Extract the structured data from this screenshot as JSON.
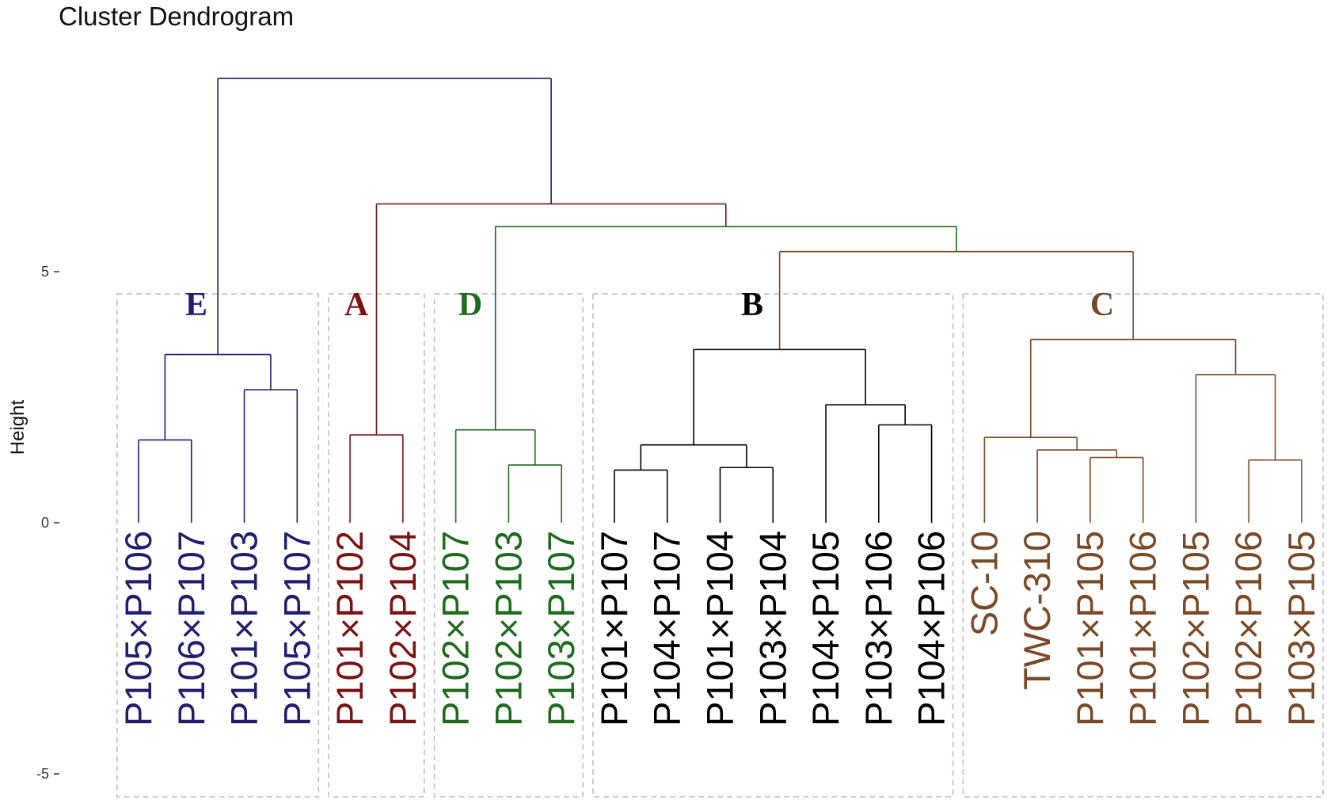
{
  "chart_data": {
    "type": "dendrogram",
    "title": "Cluster Dendrogram",
    "ylabel": "Height",
    "ylim": [
      -5.6,
      9.2
    ],
    "y_ticks": [
      -5,
      0,
      5
    ],
    "y_tick_labels": [
      "-5",
      "0",
      "5"
    ],
    "leaves": [
      {
        "label": "P105×P106",
        "cluster": "E"
      },
      {
        "label": "P106×P107",
        "cluster": "E"
      },
      {
        "label": "P101×P103",
        "cluster": "E"
      },
      {
        "label": "P105×P107",
        "cluster": "E"
      },
      {
        "label": "P101×P102",
        "cluster": "A"
      },
      {
        "label": "P102×P104",
        "cluster": "A"
      },
      {
        "label": "P102×P107",
        "cluster": "D"
      },
      {
        "label": "P102×P103",
        "cluster": "D"
      },
      {
        "label": "P103×P107",
        "cluster": "D"
      },
      {
        "label": "P101×P107",
        "cluster": "B"
      },
      {
        "label": "P104×P107",
        "cluster": "B"
      },
      {
        "label": "P101×P104",
        "cluster": "B"
      },
      {
        "label": "P103×P104",
        "cluster": "B"
      },
      {
        "label": "P104×P105",
        "cluster": "B"
      },
      {
        "label": "P103×P106",
        "cluster": "B"
      },
      {
        "label": "P104×P106",
        "cluster": "B"
      },
      {
        "label": "SC-10",
        "cluster": "C"
      },
      {
        "label": "TWC-310",
        "cluster": "C"
      },
      {
        "label": "P101×P105",
        "cluster": "C"
      },
      {
        "label": "P101×P106",
        "cluster": "C"
      },
      {
        "label": "P102×P105",
        "cluster": "C"
      },
      {
        "label": "P102×P106",
        "cluster": "C"
      },
      {
        "label": "P103×P105",
        "cluster": "C"
      }
    ],
    "merges": [
      {
        "left": "L0",
        "right": "L1",
        "height": 1.65,
        "cluster": "E"
      },
      {
        "left": "L2",
        "right": "L3",
        "height": 2.65,
        "cluster": "E"
      },
      {
        "left": "M0",
        "right": "M1",
        "height": 3.35,
        "cluster": "E"
      },
      {
        "left": "L4",
        "right": "L5",
        "height": 1.75,
        "cluster": "A"
      },
      {
        "left": "L7",
        "right": "L8",
        "height": 1.15,
        "cluster": "D"
      },
      {
        "left": "L6",
        "right": "M4",
        "height": 1.85,
        "cluster": "D"
      },
      {
        "left": "L9",
        "right": "L10",
        "height": 1.05,
        "cluster": "B"
      },
      {
        "left": "L11",
        "right": "L12",
        "height": 1.1,
        "cluster": "B"
      },
      {
        "left": "M6",
        "right": "M7",
        "height": 1.55,
        "cluster": "B"
      },
      {
        "left": "L14",
        "right": "L15",
        "height": 1.95,
        "cluster": "B"
      },
      {
        "left": "L13",
        "right": "M9",
        "height": 2.35,
        "cluster": "B"
      },
      {
        "left": "M8",
        "right": "M10",
        "height": 3.45,
        "cluster": "B"
      },
      {
        "left": "L18",
        "right": "L19",
        "height": 1.3,
        "cluster": "C"
      },
      {
        "left": "L17",
        "right": "M12",
        "height": 1.45,
        "cluster": "C"
      },
      {
        "left": "L16",
        "right": "M13",
        "height": 1.7,
        "cluster": "C"
      },
      {
        "left": "L21",
        "right": "L22",
        "height": 1.25,
        "cluster": "C"
      },
      {
        "left": "L20",
        "right": "M15",
        "height": 2.95,
        "cluster": "C"
      },
      {
        "left": "M14",
        "right": "M16",
        "height": 3.65,
        "cluster": "C"
      },
      {
        "left": "M11",
        "right": "M17",
        "height": 5.4,
        "cluster": "C"
      },
      {
        "left": "M5",
        "right": "M18",
        "height": 5.9,
        "cluster": "D"
      },
      {
        "left": "M3",
        "right": "M19",
        "height": 6.35,
        "cluster": "A"
      },
      {
        "left": "M2",
        "right": "M20",
        "height": 8.85,
        "cluster": "E"
      }
    ],
    "clusters": [
      {
        "name": "E",
        "first_leaf": 0,
        "last_leaf": 3,
        "color": "#1f1f6e"
      },
      {
        "name": "A",
        "first_leaf": 4,
        "last_leaf": 5,
        "color": "#7a1414"
      },
      {
        "name": "D",
        "first_leaf": 6,
        "last_leaf": 8,
        "color": "#1e6b1e"
      },
      {
        "name": "B",
        "first_leaf": 9,
        "last_leaf": 15,
        "color": "#000000"
      },
      {
        "name": "C",
        "first_leaf": 16,
        "last_leaf": 22,
        "color": "#7a4a28"
      }
    ],
    "box_border_color": "#bfbfbf"
  }
}
